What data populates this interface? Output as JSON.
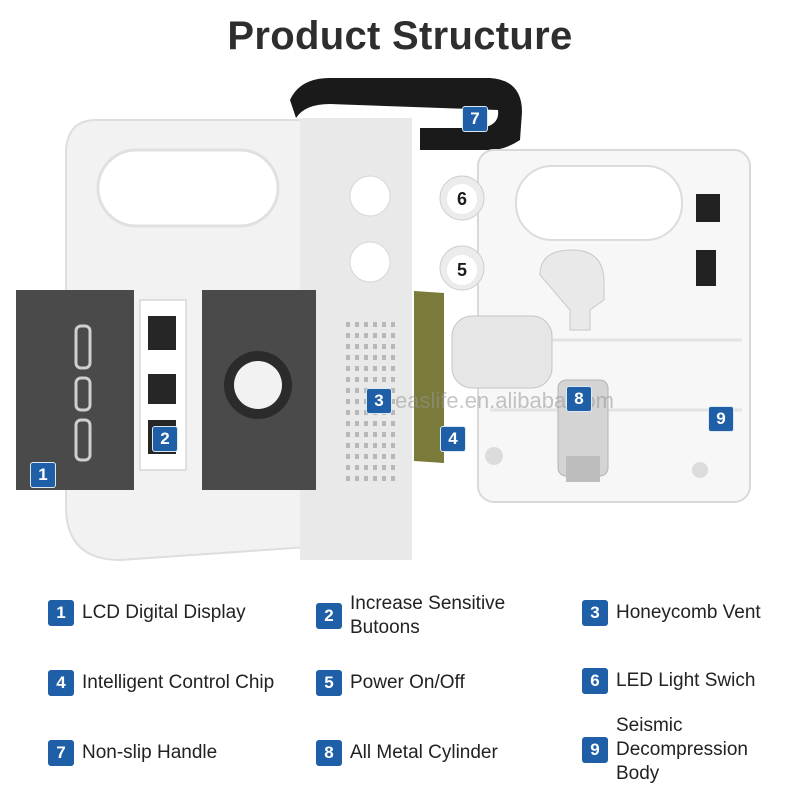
{
  "title": "Product Structure",
  "watermark": "easlife.en.alibaba.com",
  "colors": {
    "badge": "#1f5fa7",
    "marker_round_bg": "#ffffff",
    "marker_round_text": "#1e1e1e",
    "body": "#f4f4f4",
    "panel": "#4a4a4a",
    "handle": "#1a1a1a",
    "chip": "#7a7a3a",
    "title": "#2e2e2e"
  },
  "markers": {
    "lcd": "1",
    "buttons": "2",
    "vent": "3",
    "chip": "4",
    "power": "5",
    "led": "6",
    "handle": "7",
    "cylinder": "8",
    "body": "9"
  },
  "legend": [
    {
      "num": "1",
      "label": "LCD Digital Display"
    },
    {
      "num": "2",
      "label": "Increase Sensitive\nButoons"
    },
    {
      "num": "3",
      "label": "Honeycomb Vent"
    },
    {
      "num": "4",
      "label": "Intelligent Control Chip"
    },
    {
      "num": "5",
      "label": "Power On/Off"
    },
    {
      "num": "6",
      "label": "LED Light Swich"
    },
    {
      "num": "7",
      "label": "Non-slip Handle"
    },
    {
      "num": "8",
      "label": "All Metal Cylinder"
    },
    {
      "num": "9",
      "label": "Seismic\nDecompression\nBody"
    }
  ]
}
